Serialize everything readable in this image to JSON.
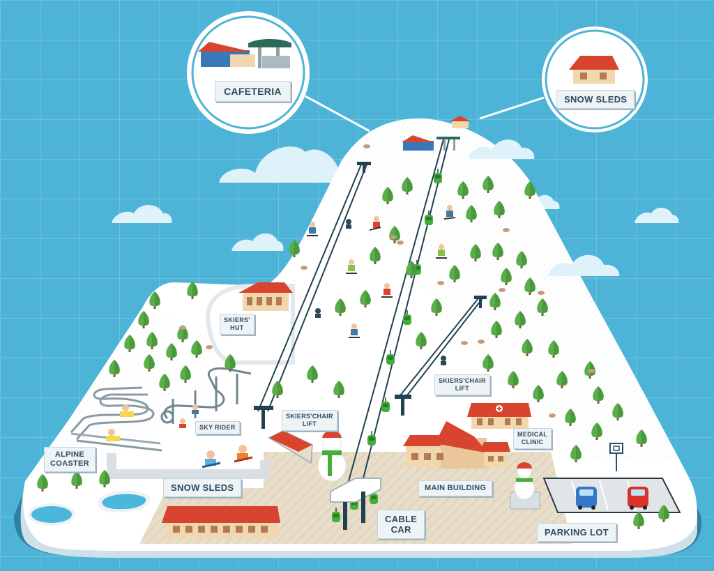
{
  "labels": {
    "cafeteria": "CAFETERIA",
    "snow_sleds_top": "SNOW SLEDS",
    "skiers_hut_1": "SKIERS'",
    "skiers_hut_2": "HUT",
    "skiers_chair_lift_right_1": "SKIERS'CHAIR",
    "skiers_chair_lift_right_2": "LIFT",
    "skiers_chair_lift_center_1": "SKIERS'CHAIR",
    "skiers_chair_lift_center_2": "LIFT",
    "sky_rider": "SKY RIDER",
    "medical_clinic_1": "MEDICAL",
    "medical_clinic_2": "CLINIC",
    "alpine_coaster_1": "ALPINE",
    "alpine_coaster_2": "COASTER",
    "snow_sleds_bottom": "SNOW SLEDS",
    "main_building": "MAIN BUILDING",
    "cable_car_1": "CABLE",
    "cable_car_2": "CAR",
    "parking_lot": "PARKING LOT"
  },
  "colors": {
    "sky": "#4db4d8",
    "grid": "#7ccbe6",
    "snow": "#ffffff",
    "shadow_snow": "#e6eef2",
    "roof": "#d9442f",
    "wall": "#f1d7ae",
    "tree": "#5aae4a",
    "lift_cable": "#20414f",
    "gondola": "#44ad3b",
    "plaza": "#e4d9c4",
    "parking": "#dfe3e6",
    "car_blue": "#3476c7",
    "car_red": "#d8322f"
  },
  "icons": [
    "tree-icon",
    "cloud-icon",
    "gondola-icon",
    "skier-icon",
    "snowman-icon",
    "car-icon",
    "basketball-hoop-icon",
    "building-icon",
    "pond-icon",
    "rock-icon"
  ]
}
